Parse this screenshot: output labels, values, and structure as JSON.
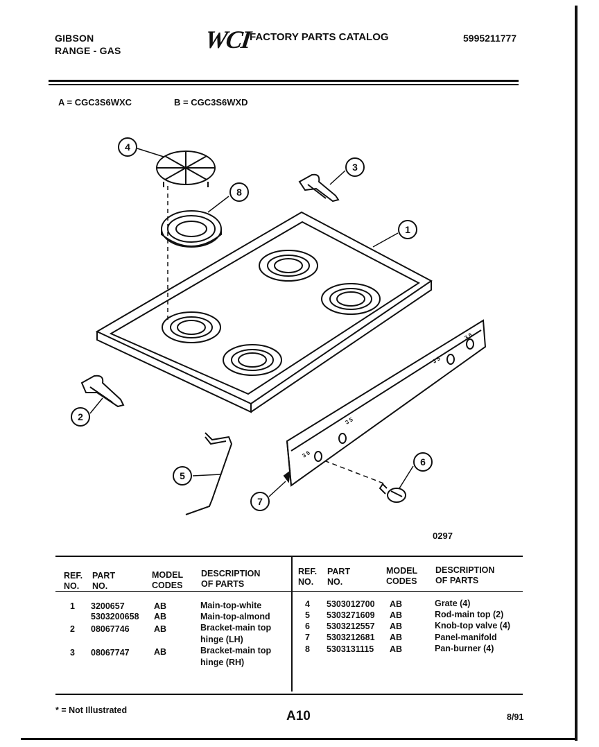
{
  "header": {
    "brand_line1": "GIBSON",
    "brand_line2": "RANGE - GAS",
    "logo": "WCI",
    "catalog_title": "FACTORY PARTS CATALOG",
    "catalog_number": "5995211777"
  },
  "models": {
    "a": "A = CGC3S6WXC",
    "b": "B = CGC3S6WXD"
  },
  "diagram": {
    "figure_number": "0297",
    "callouts": [
      "1",
      "2",
      "3",
      "4",
      "5",
      "6",
      "7",
      "8"
    ],
    "panel_marks": [
      "3 5",
      "3 5",
      "3 5",
      "3 5"
    ]
  },
  "table": {
    "headers_left": {
      "ref": "REF. NO.",
      "part": "PART NO.",
      "model": "MODEL CODES",
      "desc": "DESCRIPTION OF PARTS"
    },
    "headers_right": {
      "ref": "REF. NO.",
      "part": "PART NO.",
      "model": "MODEL CODES",
      "desc": "DESCRIPTION OF PARTS"
    },
    "left_rows": [
      {
        "ref": "1",
        "part": "3200657",
        "model": "AB",
        "desc": "Main-top-white"
      },
      {
        "ref": "",
        "part": "5303200658",
        "model": "AB",
        "desc": "Main-top-almond"
      },
      {
        "ref": "2",
        "part": "08067746",
        "model": "AB",
        "desc": "Bracket-main top"
      },
      {
        "ref": "",
        "part": "",
        "model": "",
        "desc": "hinge (LH)"
      },
      {
        "ref": "3",
        "part": "08067747",
        "model": "AB",
        "desc": "Bracket-main top"
      },
      {
        "ref": "",
        "part": "",
        "model": "",
        "desc": "hinge (RH)"
      }
    ],
    "right_rows": [
      {
        "ref": "4",
        "part": "5303012700",
        "model": "AB",
        "desc": "Grate (4)"
      },
      {
        "ref": "5",
        "part": "5303271609",
        "model": "AB",
        "desc": "Rod-main top (2)"
      },
      {
        "ref": "6",
        "part": "5303212557",
        "model": "AB",
        "desc": "Knob-top valve (4)"
      },
      {
        "ref": "7",
        "part": "5303212681",
        "model": "AB",
        "desc": "Panel-manifold"
      },
      {
        "ref": "8",
        "part": "5303131115",
        "model": "AB",
        "desc": "Pan-burner (4)"
      }
    ]
  },
  "footer": {
    "note": "* = Not Illustrated",
    "page": "A10",
    "date": "8/91"
  }
}
